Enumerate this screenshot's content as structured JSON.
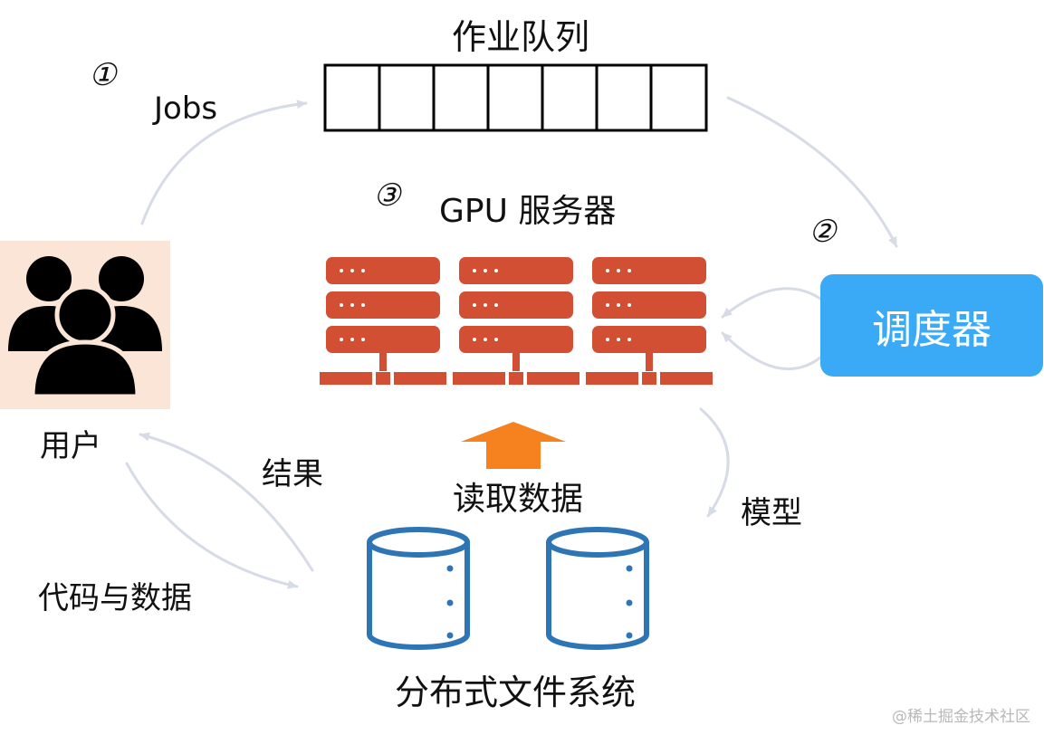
{
  "diagram": {
    "queue_title": "作业队列",
    "step1_marker": "①",
    "step2_marker": "②",
    "step3_marker": "③",
    "jobs_label": "Jobs",
    "gpu_title": "GPU 服务器",
    "scheduler_label": "调度器",
    "user_label": "用户",
    "result_label": "结果",
    "read_data_label": "读取数据",
    "model_label": "模型",
    "code_data_label": "代码与数据",
    "dfs_label": "分布式文件系统",
    "watermark": "@稀土掘金技术社区",
    "queue_slot_count": 7,
    "server_count": 3,
    "storage_count": 2,
    "colors": {
      "server": "#d24f33",
      "scheduler": "#3aaaf6",
      "user_bg": "#fbe5d6",
      "storage": "#2e75b6",
      "read_arrow": "#f5821f",
      "flow_arrow": "#d6dbe6"
    },
    "icons": [
      "users-icon",
      "server-icon",
      "database-icon",
      "up-arrow-icon"
    ]
  }
}
